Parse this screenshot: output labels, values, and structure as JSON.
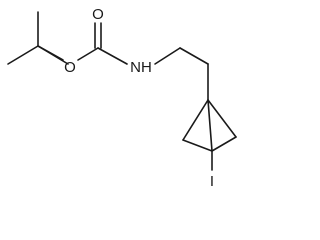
{
  "molecule": {
    "atoms": {
      "carbonyl_oxygen": "O",
      "ester_oxygen": "O",
      "amine": "NH",
      "halogen": "I"
    }
  },
  "colors": {
    "bond": "#1a1a1a",
    "background": "#ffffff"
  }
}
